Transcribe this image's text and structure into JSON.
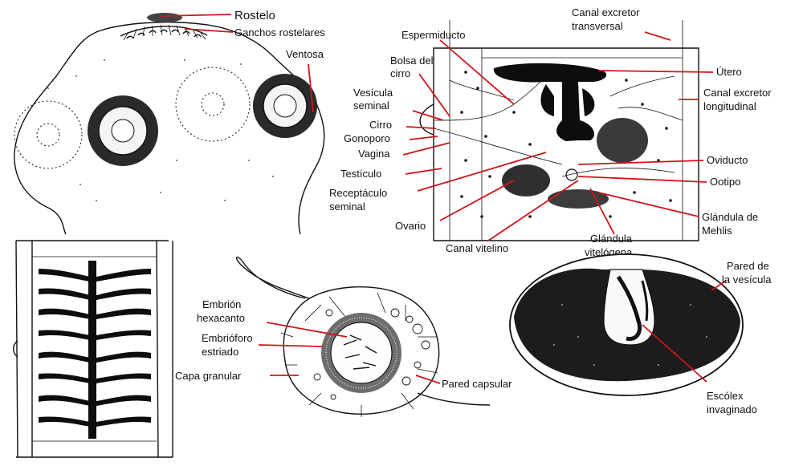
{
  "labels": {
    "scolex": {
      "rostelo": "Rostelo",
      "ganchos": "Ganchos rostelares",
      "ventosa": "Ventosa"
    },
    "proglottid": {
      "canal_transversal_1": "Canal excretor",
      "canal_transversal_2": "transversal",
      "espermiducto": "Espermiducto",
      "bolsa_1": "Bolsa del",
      "bolsa_2": "cirro",
      "vesicula_1": "Vesícula",
      "vesicula_2": "seminal",
      "cirro": "Cirro",
      "gonoporo": "Gonoporo",
      "vagina": "Vagina",
      "testiculo": "Testículo",
      "receptaculo_1": "Receptáculo",
      "receptaculo_2": "seminal",
      "ovario": "Ovario",
      "canal_vitelino": "Canal vitelino",
      "glandula_vit_1": "Glándula",
      "glandula_vit_2": "vitelógena",
      "utero": "Útero",
      "canal_long_1": "Canal excretor",
      "canal_long_2": "longitudinal",
      "oviducto": "Oviducto",
      "ootipo": "Ootipo",
      "mehlis_1": "Glándula de",
      "mehlis_2": "Mehlis"
    },
    "egg": {
      "embrion_1": "Embrión",
      "embrion_2": "hexacanto",
      "embrioforo_1": "Embrióforo",
      "embrioforo_2": "estriado",
      "capa": "Capa granular",
      "pared": "Pared capsular"
    },
    "cyst": {
      "pared_1": "Pared de",
      "pared_2": "la vesícula",
      "escolex_1": "Escólex",
      "escolex_2": "invaginado"
    }
  },
  "colors": {
    "leader": "#d1141b",
    "ink": "#111111",
    "background": "#ffffff"
  }
}
